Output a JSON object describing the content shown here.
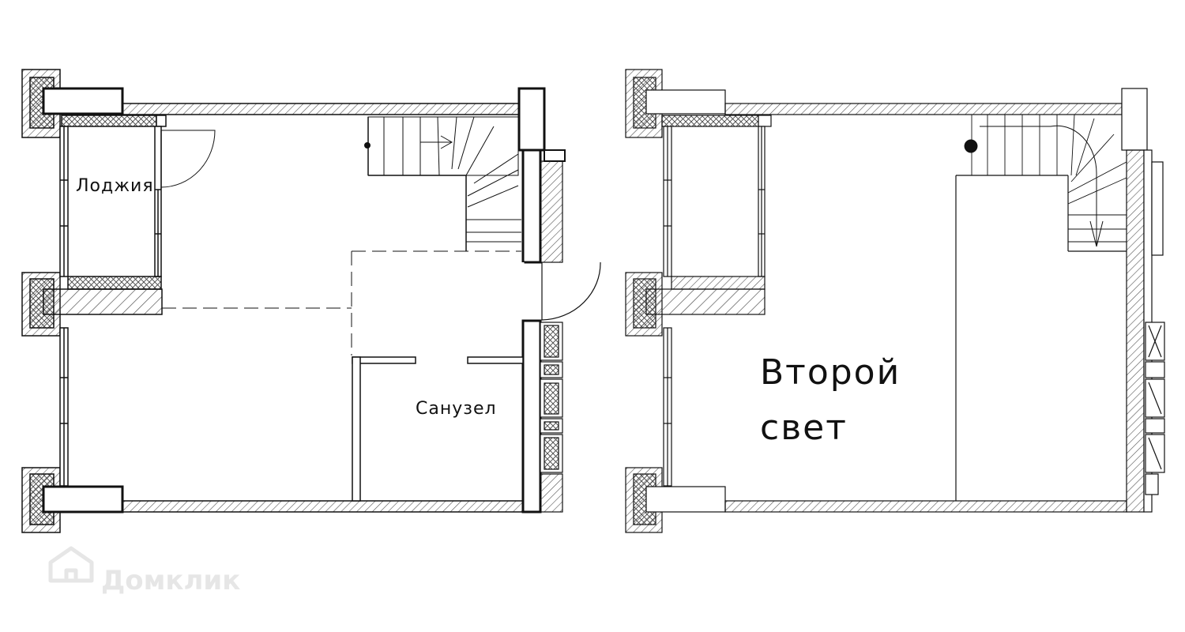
{
  "floor1": {
    "loggia_label": "Лоджия",
    "bathroom_label": "Санузел"
  },
  "floor2": {
    "second_light_line1": "Второй",
    "second_light_line2": "свет"
  },
  "watermark": {
    "text": "Домклик"
  },
  "colors": {
    "line": "#111111",
    "hatch": "#555555",
    "watermark": "#e6e6e6"
  }
}
